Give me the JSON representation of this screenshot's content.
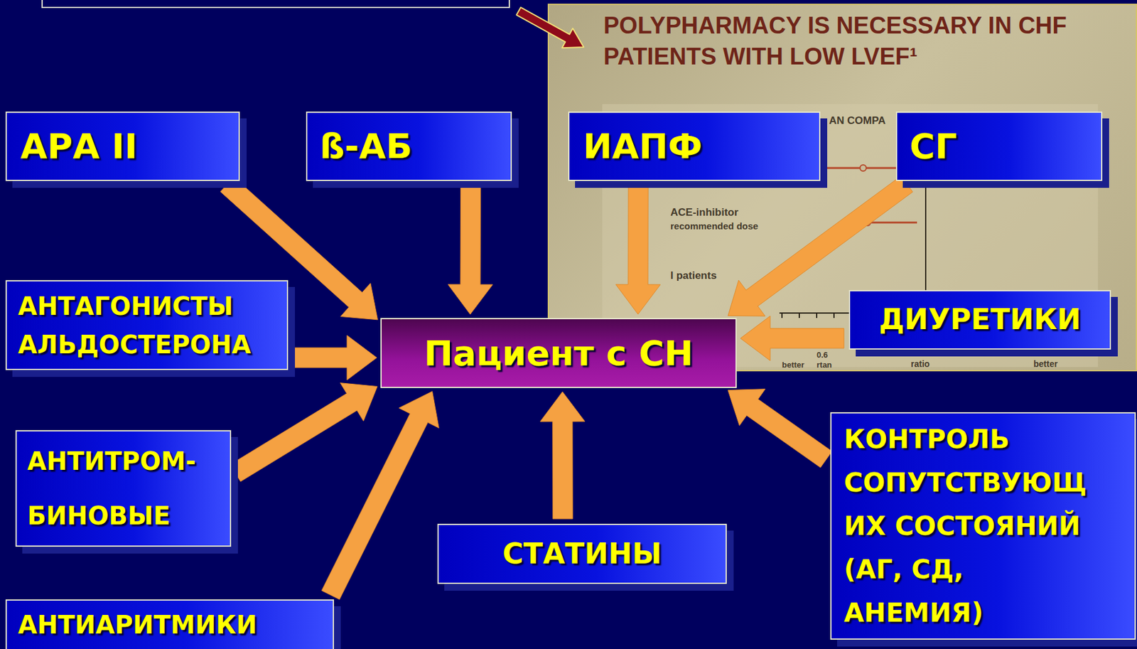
{
  "diagram": {
    "nodes": [
      {
        "text": [
          "АРА II"
        ]
      },
      {
        "text": [
          "ß-АБ"
        ]
      },
      {
        "text": [
          "ИАПФ"
        ]
      },
      {
        "text": [
          "СГ"
        ]
      },
      {
        "text": [
          "АНТАГОНИСТЫ АЛЬДОСТЕРОНА"
        ]
      },
      {
        "text": [
          "Пациент с СН"
        ]
      },
      {
        "text": [
          "ДИУРЕТИКИ"
        ]
      },
      {
        "text": [
          "АНТИТРОМ- БИНОВЫЕ"
        ]
      },
      {
        "text": [
          "КОНТРОЛЬ СОПУТСТВУЮЩ ИХ СОСТОЯНИЙ (АГ, СД, АНЕМИЯ)"
        ]
      },
      {
        "text": [
          "СТАТИНЫ"
        ]
      },
      {
        "text": [
          "АНТИАРИТМИКИ"
        ]
      }
    ],
    "edges": [
      {
        "from": 0,
        "to": 5,
        "arrow": "to"
      },
      {
        "from": 1,
        "to": 5,
        "arrow": "to"
      },
      {
        "from": 2,
        "to": 5,
        "arrow": "to"
      },
      {
        "from": 3,
        "to": 5,
        "arrow": "to"
      },
      {
        "from": 4,
        "to": 5,
        "arrow": "to"
      },
      {
        "from": 6,
        "to": 5,
        "arrow": "to"
      },
      {
        "from": 7,
        "to": 5,
        "arrow": "to"
      },
      {
        "from": 8,
        "to": 5,
        "arrow": "to"
      },
      {
        "from": 9,
        "to": 5,
        "arrow": "to"
      },
      {
        "from": 10,
        "to": 5,
        "arrow": "to"
      }
    ],
    "labels": [
      "POLYPHARMACY IS NECESSARY IN CHF PATIENTS WITH LOW LVEF¹",
      "AN COMPA",
      "ACE-inhibitor",
      "recommended dose",
      "l patients",
      "0.6",
      "rtan",
      "better",
      "ratio",
      "better"
    ]
  }
}
